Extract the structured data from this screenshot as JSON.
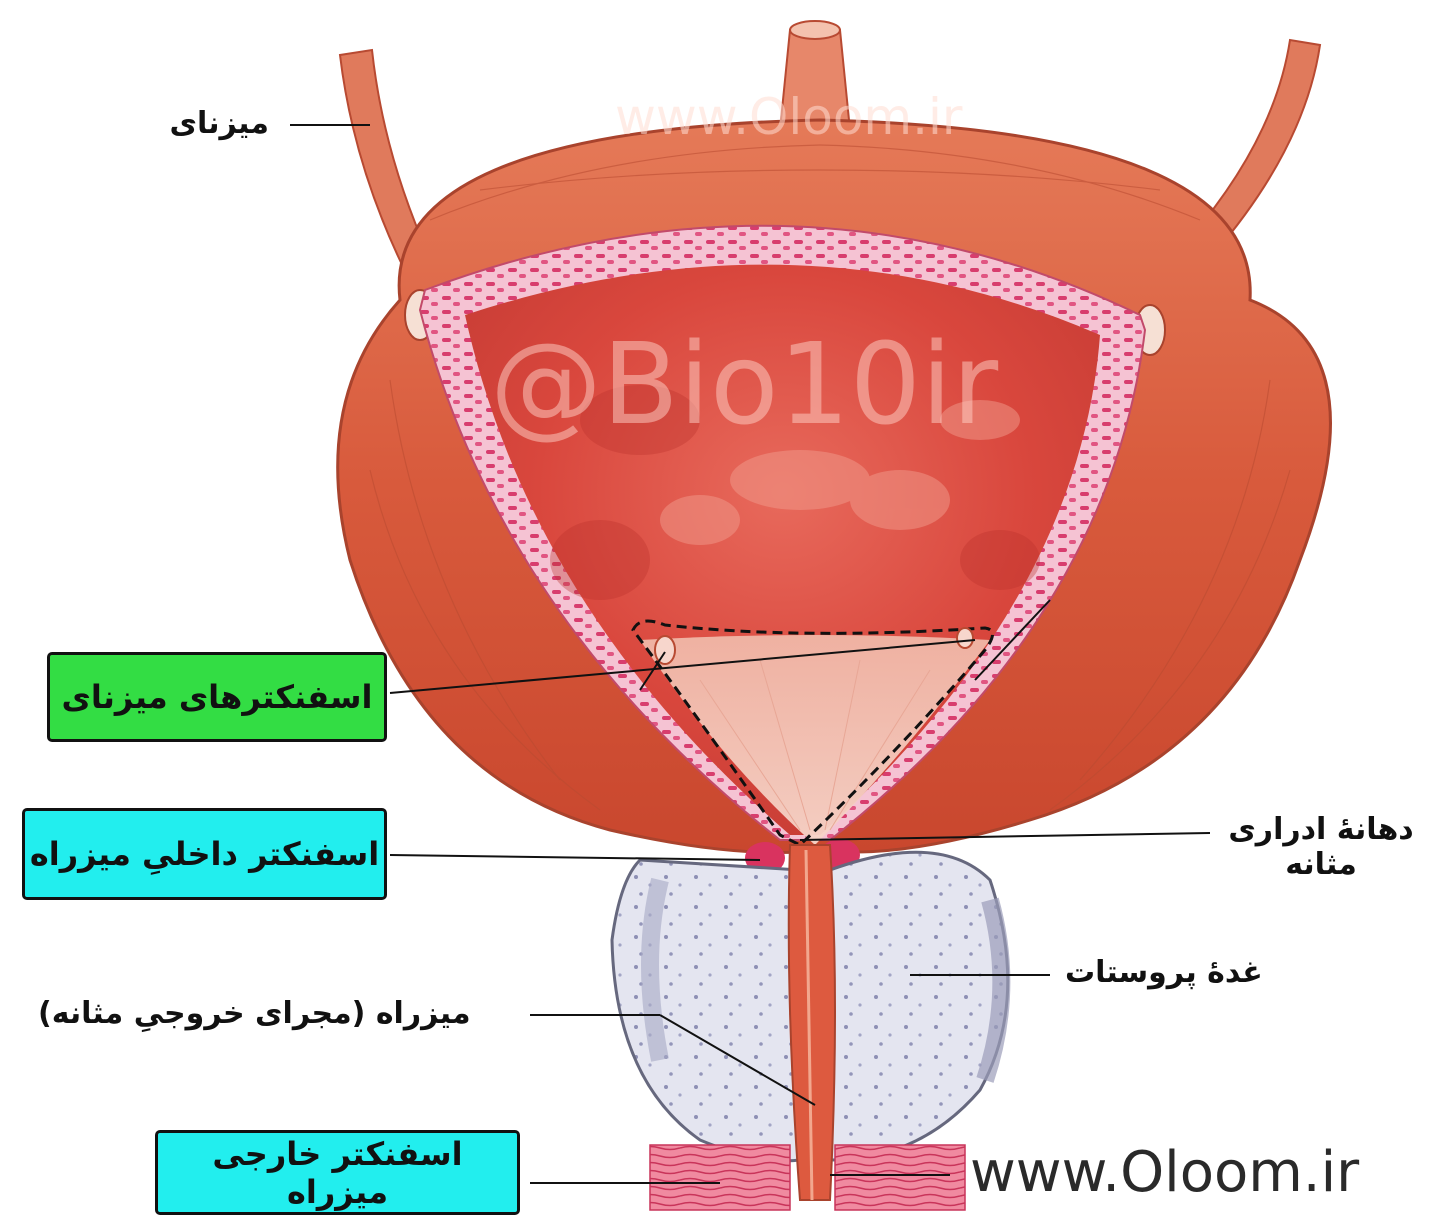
{
  "watermarks": {
    "top": "www.Oloom.ir",
    "center": "@Bio10ir",
    "bottom": "www.Oloom.ir"
  },
  "labels": {
    "ureter": "میزنای",
    "ureteral_sphincters": "اسفنکترهای میزنای",
    "internal_urethral_sphincter": "اسفنکتر داخلیِ میزراه",
    "urethral_orifice_line1": "دهانهٔ ادراری",
    "urethral_orifice_line2": "مثانه",
    "prostate_gland": "غدهٔ پروستات",
    "urethra": "میزراه (مجرای خروجیِ مثانه)",
    "external_urethral_sphincter": "اسفنکتر خارجی میزراه"
  },
  "colors": {
    "green_box": "#33dd44",
    "cyan_box": "#22eeee",
    "muscle": "#d4583c",
    "mucosa": "#c83b38",
    "wall_pink": "#e0608a",
    "prostate": "#d9dbe8"
  }
}
